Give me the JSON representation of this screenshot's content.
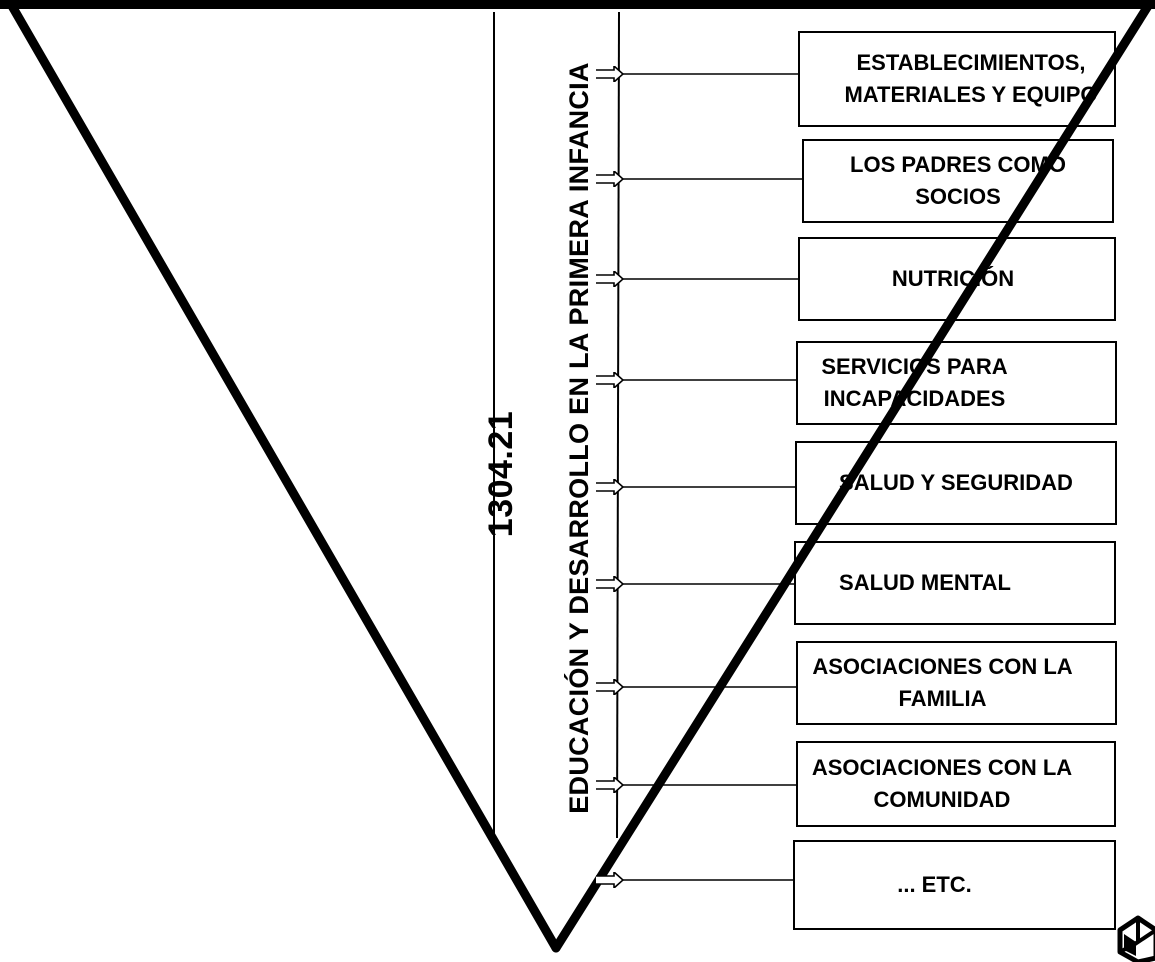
{
  "diagram": {
    "code": "1304.21",
    "title": "EDUCACIÓN Y DESARROLLO EN LA PRIMERA INFANCIA",
    "items": [
      {
        "label": "ESTABLECIMIENTOS,\nMATERIALES Y EQUIPO"
      },
      {
        "label": "LOS PADRES COMO\nSOCIOS"
      },
      {
        "label": "NUTRICIÓN"
      },
      {
        "label": "SERVICIOS PARA\nINCAPACIDADES"
      },
      {
        "label": "SALUD Y SEGURIDAD"
      },
      {
        "label": "SALUD MENTAL"
      },
      {
        "label": "ASOCIACIONES CON LA\nFAMILIA"
      },
      {
        "label": "ASOCIACIONES CON LA\nCOMUNIDAD"
      },
      {
        "label": "... ETC."
      }
    ]
  }
}
